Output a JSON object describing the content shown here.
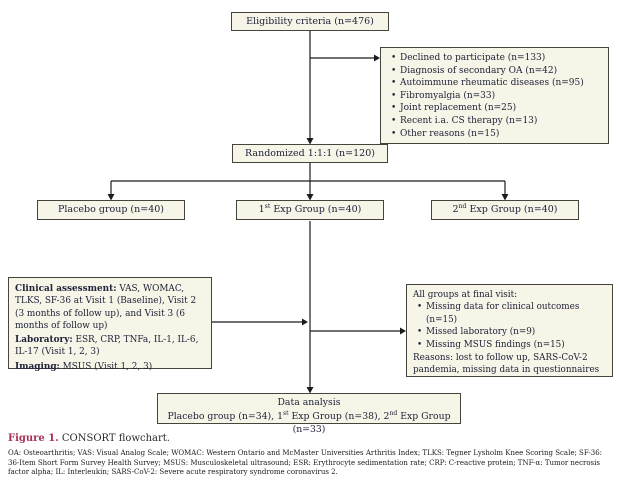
{
  "colors": {
    "box_fill": "#f7f5e7",
    "box_border": "#45453c",
    "connector_line": "#1c1c1c",
    "caption_accent": "#a93052",
    "text": "#20233b"
  },
  "flow": {
    "eligibility": {
      "label": "Eligibility criteria (n=476)"
    },
    "exclusions": {
      "items": [
        "Declined to participate (n=133)",
        "Diagnosis of secondary OA (n=42)",
        "Autoimmune rheumatic diseases (n=95)",
        "Fibromyalgia (n=33)",
        "Joint replacement (n=25)",
        "Recent i.a. CS therapy (n=13)",
        "Other reasons (n=15)"
      ]
    },
    "randomized": {
      "label": "Randomized 1:1:1 (n=120)"
    },
    "groups": [
      {
        "pre": "Placebo group (n=40)",
        "sup": "",
        "post": ""
      },
      {
        "pre": "1",
        "sup": "st",
        "post": " Exp Group (n=40)"
      },
      {
        "pre": "2",
        "sup": "nd",
        "post": " Exp Group (n=40)"
      }
    ],
    "assessment": {
      "clinical_label": "Clinical assessment:",
      "clinical_text": " VAS, WOMAC, TLKS, SF-36 at Visit 1 (Baseline), Visit 2 (3 months of follow up), and Visit 3 (6 months of follow up)",
      "laboratory_label": "Laboratory:",
      "laboratory_text": " ESR, CRP, TNFa, IL-1, IL-6, IL-17 (Visit 1, 2, 3)",
      "imaging_label": "Imaging:",
      "imaging_text": " MSUS (Visit 1, 2, 3)"
    },
    "final_visit": {
      "title": "All groups at final visit:",
      "items": [
        "Missing data for clinical outcomes (n=15)",
        "Missed laboratory (n=9)",
        "Missing MSUS findings (n=15)"
      ],
      "reasons": "Reasons: lost to follow up, SARS-CoV-2 pandemia, missing data in questionnaires"
    },
    "analysis": {
      "title": "Data analysis",
      "p1": "Placebo group (n=34), 1",
      "s1": "st",
      "p2": " Exp Group (n=38), 2",
      "s2": "nd",
      "p3": " Exp Group (n=33)"
    }
  },
  "caption": {
    "label": "Figure 1.",
    "text": " CONSORT flowchart."
  },
  "footnote": "OA: Osteoarthritis; VAS: Visual Analog Scale; WOMAC: Western Ontario and McMaster Universities Arthritis Index; TLKS: Tegner Lysholm Knee Scoring Scale; SF-36: 36-Item Short Form Survey Health Survey; MSUS: Musculoskeletal ultrasound; ESR: Erythrocyte sedimentation rate; CRP: C-reactive protein; TNF-α: Tumor necrosis factor alpha; IL: Interleukin; SARS-CoV-2: Severe acute respiratory syndrome coronavirus 2."
}
